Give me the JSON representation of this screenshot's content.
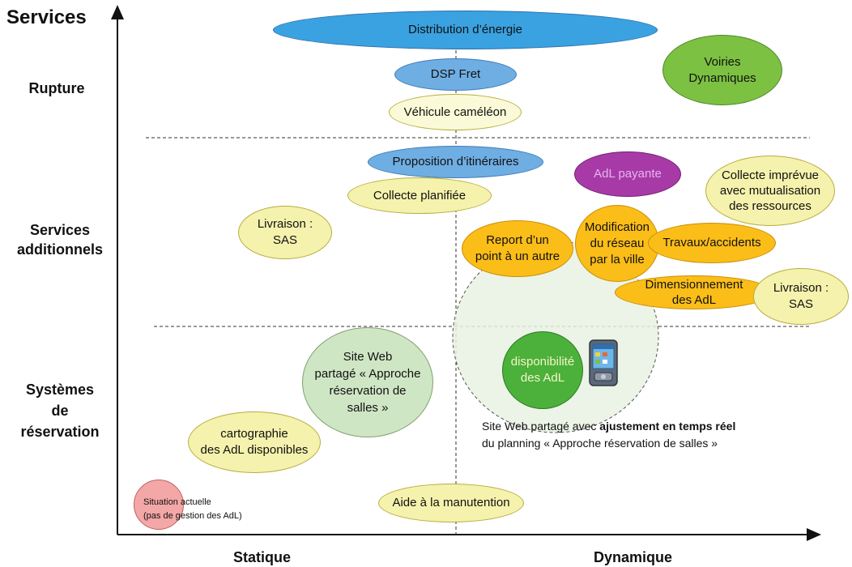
{
  "axes": {
    "y_title": "Services",
    "x_left": "Statique",
    "x_right": "Dynamique"
  },
  "rows": {
    "rupture": "Rupture",
    "services_additionnels": [
      "Services",
      "additionnels"
    ],
    "systemes": [
      "Systèmes",
      "de",
      "réservation"
    ]
  },
  "bubbles": {
    "distribution": "Distribution d’énergie",
    "voiries": [
      "Voiries",
      "Dynamiques"
    ],
    "dsp_fret": "DSP Fret",
    "vehicule": "Véhicule caméléon",
    "proposition": "Proposition d’itinéraires",
    "adl_payante": "AdL payante",
    "collecte_imprevue": [
      "Collecte imprévue",
      "avec mutualisation",
      "des ressources"
    ],
    "collecte_planifiee": "Collecte planifiée",
    "livraison_left": [
      "Livraison :",
      "SAS"
    ],
    "report": [
      "Report d’un",
      "point à un autre"
    ],
    "modification": [
      "Modification",
      "du réseau",
      "par la ville"
    ],
    "travaux": "Travaux/accidents",
    "dimensionnement": [
      "Dimensionnement",
      "des AdL"
    ],
    "livraison_right": [
      "Livraison :",
      "SAS"
    ],
    "site_web": [
      "Site Web",
      "partagé « Approche",
      "réservation de",
      "salles »"
    ],
    "disponibilite": [
      "disponibilité",
      "des AdL"
    ],
    "cartographie": [
      "cartographie",
      "des AdL disponibles"
    ],
    "situation": [
      "Situation actuelle",
      "(pas de gestion des AdL)"
    ],
    "aide": "Aide à la manutention"
  },
  "caption": {
    "line1_prefix": "Site Web partagé avec ",
    "line1_bold": "ajustement en temps réel",
    "line2": "du planning « Approche réservation de salles »"
  },
  "colors": {
    "yellow": "#f5f2ad",
    "orange": "#fbbd18",
    "blue": "#6faee3",
    "green": "#7cc142",
    "purple": "#a83aa8",
    "pink": "#f4a7a7",
    "sage": "#cfe6c4"
  }
}
